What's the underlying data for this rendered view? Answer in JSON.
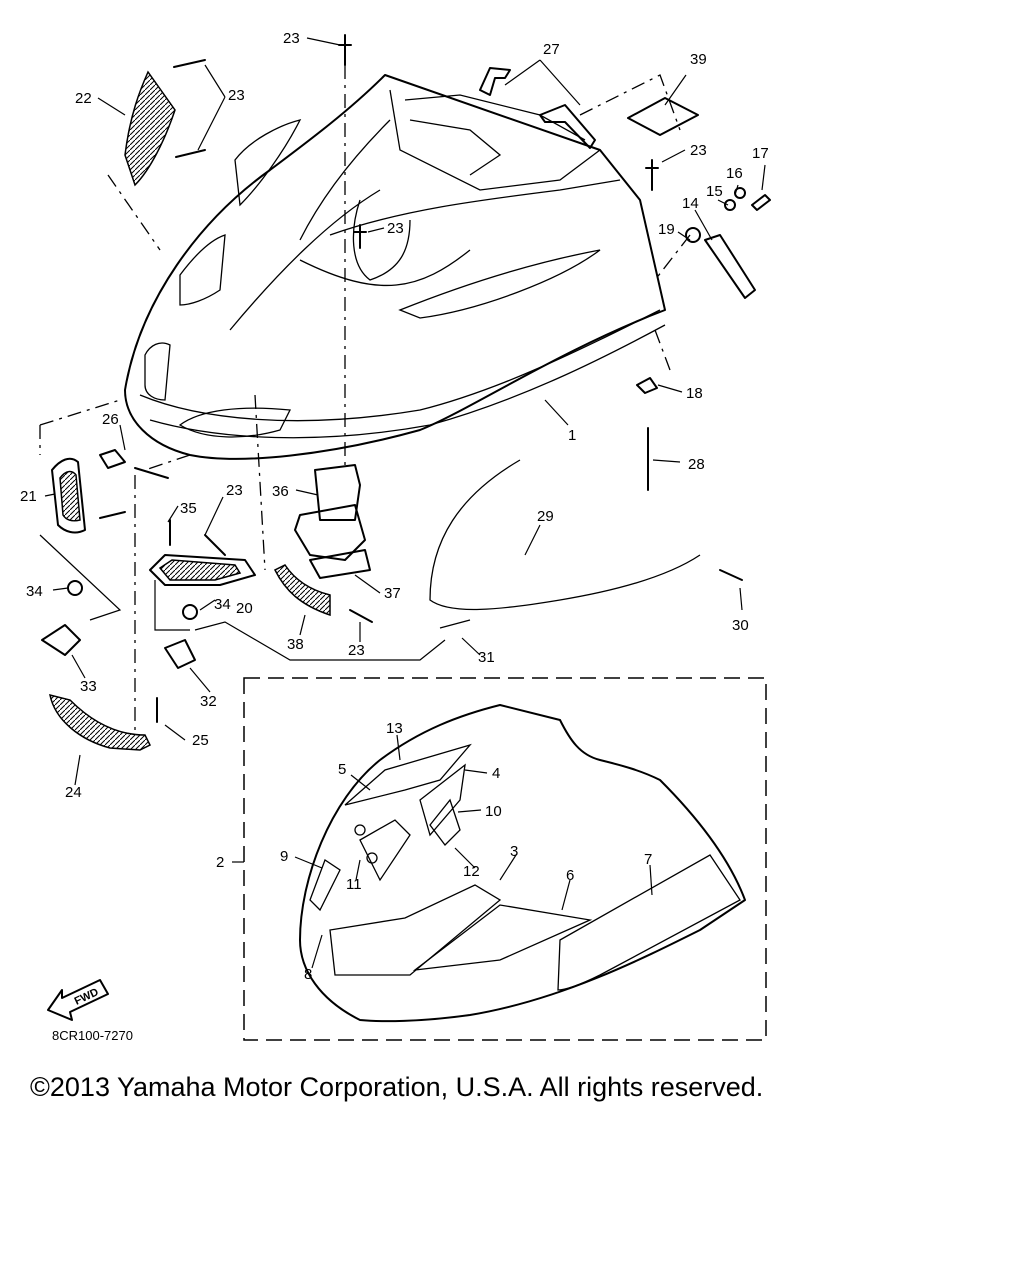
{
  "diagram": {
    "part_code": "8CR100-7270",
    "fwd_label": "FWD",
    "callouts": [
      "1",
      "2",
      "3",
      "4",
      "5",
      "6",
      "7",
      "8",
      "9",
      "10",
      "11",
      "12",
      "13",
      "14",
      "15",
      "16",
      "17",
      "18",
      "19",
      "20",
      "21",
      "22",
      "23",
      "24",
      "25",
      "26",
      "27",
      "28",
      "29",
      "30",
      "31",
      "32",
      "33",
      "34",
      "35",
      "36",
      "37",
      "38",
      "39"
    ]
  },
  "footer": {
    "copyright": "©2013 Yamaha Motor Corporation, U.S.A. All rights reserved."
  }
}
